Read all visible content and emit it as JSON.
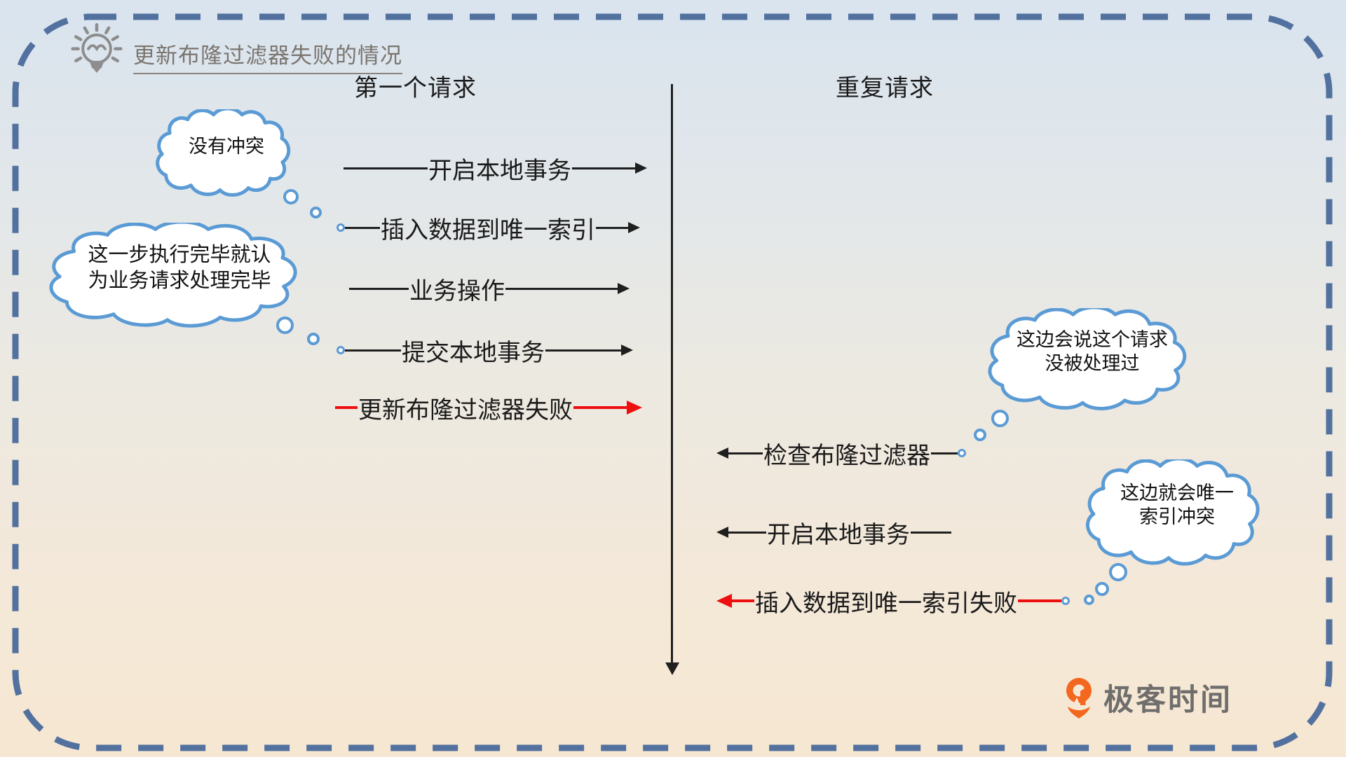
{
  "title": {
    "text": "更新布隆过滤器失败的情况"
  },
  "columns": {
    "left": "第一个请求",
    "right": "重复请求"
  },
  "first_request_steps": [
    {
      "label": "开启本地事务",
      "status": "normal"
    },
    {
      "label": "插入数据到唯一索引",
      "status": "normal"
    },
    {
      "label": "业务操作",
      "status": "normal"
    },
    {
      "label": "提交本地事务",
      "status": "normal"
    },
    {
      "label": "更新布隆过滤器失败",
      "status": "failed"
    }
  ],
  "repeat_request_steps": [
    {
      "label": "检查布隆过滤器",
      "status": "normal"
    },
    {
      "label": "开启本地事务",
      "status": "normal"
    },
    {
      "label": "插入数据到唯一索引失败",
      "status": "failed"
    }
  ],
  "thought_bubbles": [
    {
      "line1": "没有冲突",
      "line2": ""
    },
    {
      "line1": "这一步执行完毕就认",
      "line2": "为业务请求处理完毕"
    },
    {
      "line1": "这边会说这个请求",
      "line2": "没被处理过"
    },
    {
      "line1": "这边就会唯一",
      "line2": "索引冲突"
    }
  ],
  "logo": {
    "text": "极客时间"
  },
  "icons": [
    "lightbulb-idea-icon",
    "thought-cloud-icon",
    "geektime-pin-logo-icon"
  ],
  "colors": {
    "cloud_stroke": "#5b9bd5",
    "frame_dash": "#52719f",
    "failure_red": "#ee0f0f",
    "line_black": "#1f1f1f",
    "title_gray": "#7a756f",
    "logo_orange": "#f3671e",
    "bg_top": "#d9e4ee",
    "bg_bottom": "#f6e7d2"
  }
}
